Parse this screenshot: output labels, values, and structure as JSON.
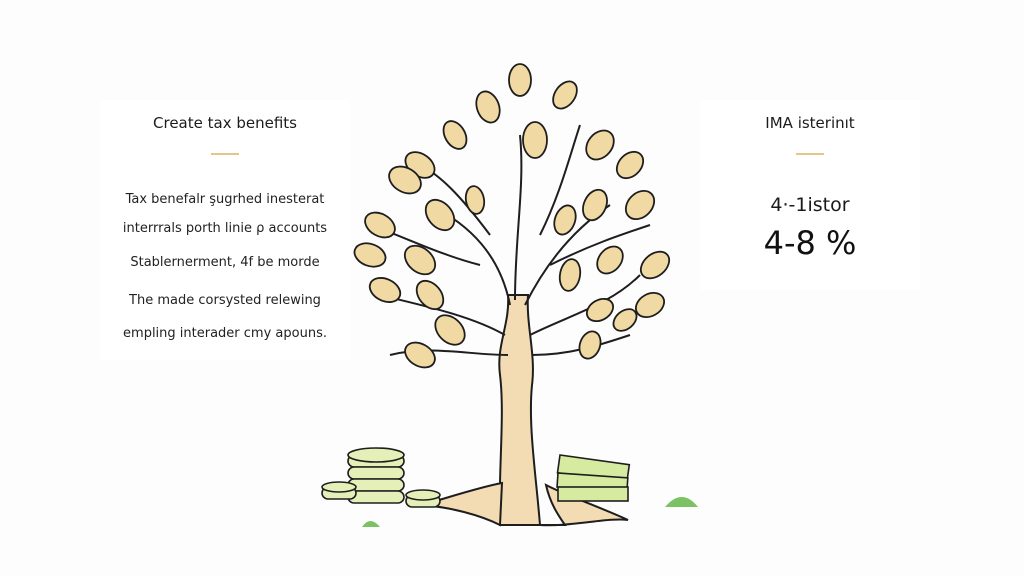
{
  "left_card": {
    "title": "Create tax benefits",
    "lines": [
      "Tax benefalr şugrhed inesterat",
      "interrrals porth linie ρ accounts",
      "Stablernerment, 4f be morde",
      "The made corsysted relewing",
      "empling interader cmy apouns."
    ]
  },
  "right_card": {
    "title": "IMA isterinıt",
    "stat_label": "4·-1istor",
    "stat_value": "4-8 %"
  },
  "illustration": {
    "subject": "money-tree",
    "leaf_color": "#f0d9a2",
    "trunk_color": "#f3dcb3",
    "outline_color": "#1e1e1e",
    "money_color": "#d6eaa0",
    "bush_color": "#7cc264"
  },
  "colors": {
    "accent_divider": "#e8c48a",
    "background": "#fdfdfd"
  }
}
